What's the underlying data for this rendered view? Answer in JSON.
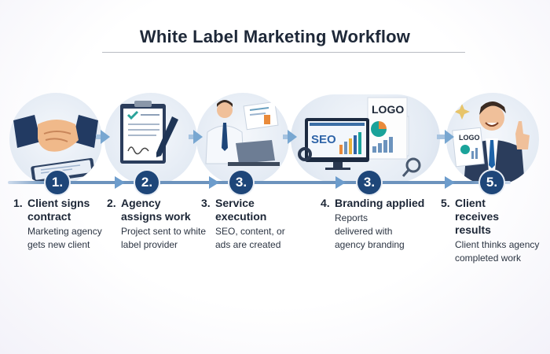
{
  "title": "White Label Marketing Workflow",
  "colors": {
    "badge": "#1e4679",
    "flow_line": "#6c93bd",
    "arrow": "#6c9ccc",
    "title": "#1e2838"
  },
  "steps": [
    {
      "number": "1.",
      "badge": "1.",
      "title": "Client signs contract",
      "description": "Marketing agency gets new client",
      "illustration": "handshake-icon"
    },
    {
      "number": "2.",
      "badge": "2.",
      "title": "Agency assigns work",
      "description": "Project sent to white label provider",
      "illustration": "clipboard-contract-icon"
    },
    {
      "number": "3.",
      "badge": "3.",
      "title": "Service execution",
      "description": "SEO, content, or ads are created",
      "illustration": "person-laptop-icon"
    },
    {
      "number": "4.",
      "badge": "3.",
      "title": "Branding applied",
      "description": "Reports delivered with agency branding",
      "illustration": "seo-monitor-logo-reports-icon",
      "monitor_text": "SEO",
      "logo_text": "LOGO"
    },
    {
      "number": "5.",
      "badge": "5.",
      "title": "Client receives results",
      "description": "Client thinks agency completed work",
      "illustration": "happy-client-thumbs-up-icon",
      "logo_text": "LOGO"
    }
  ]
}
